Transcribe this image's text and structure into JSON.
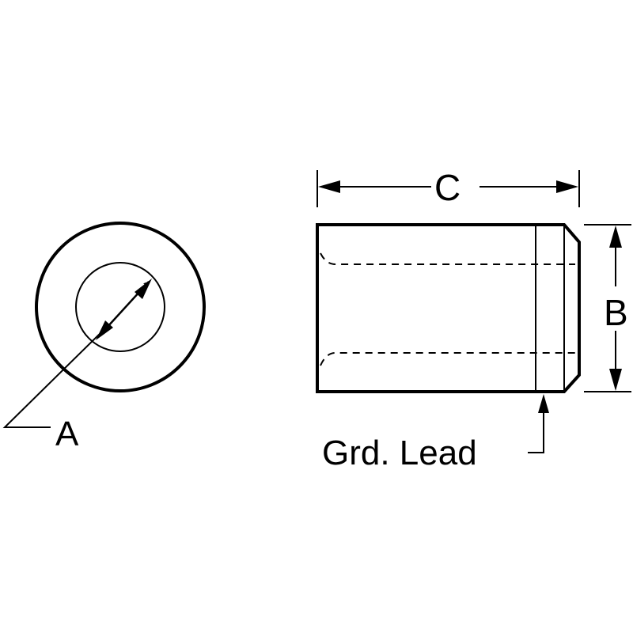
{
  "labels": {
    "a": "A",
    "b": "B",
    "c": "C",
    "grd_lead": "Grd. Lead"
  },
  "colors": {
    "line": "#000000",
    "background": "#ffffff"
  }
}
